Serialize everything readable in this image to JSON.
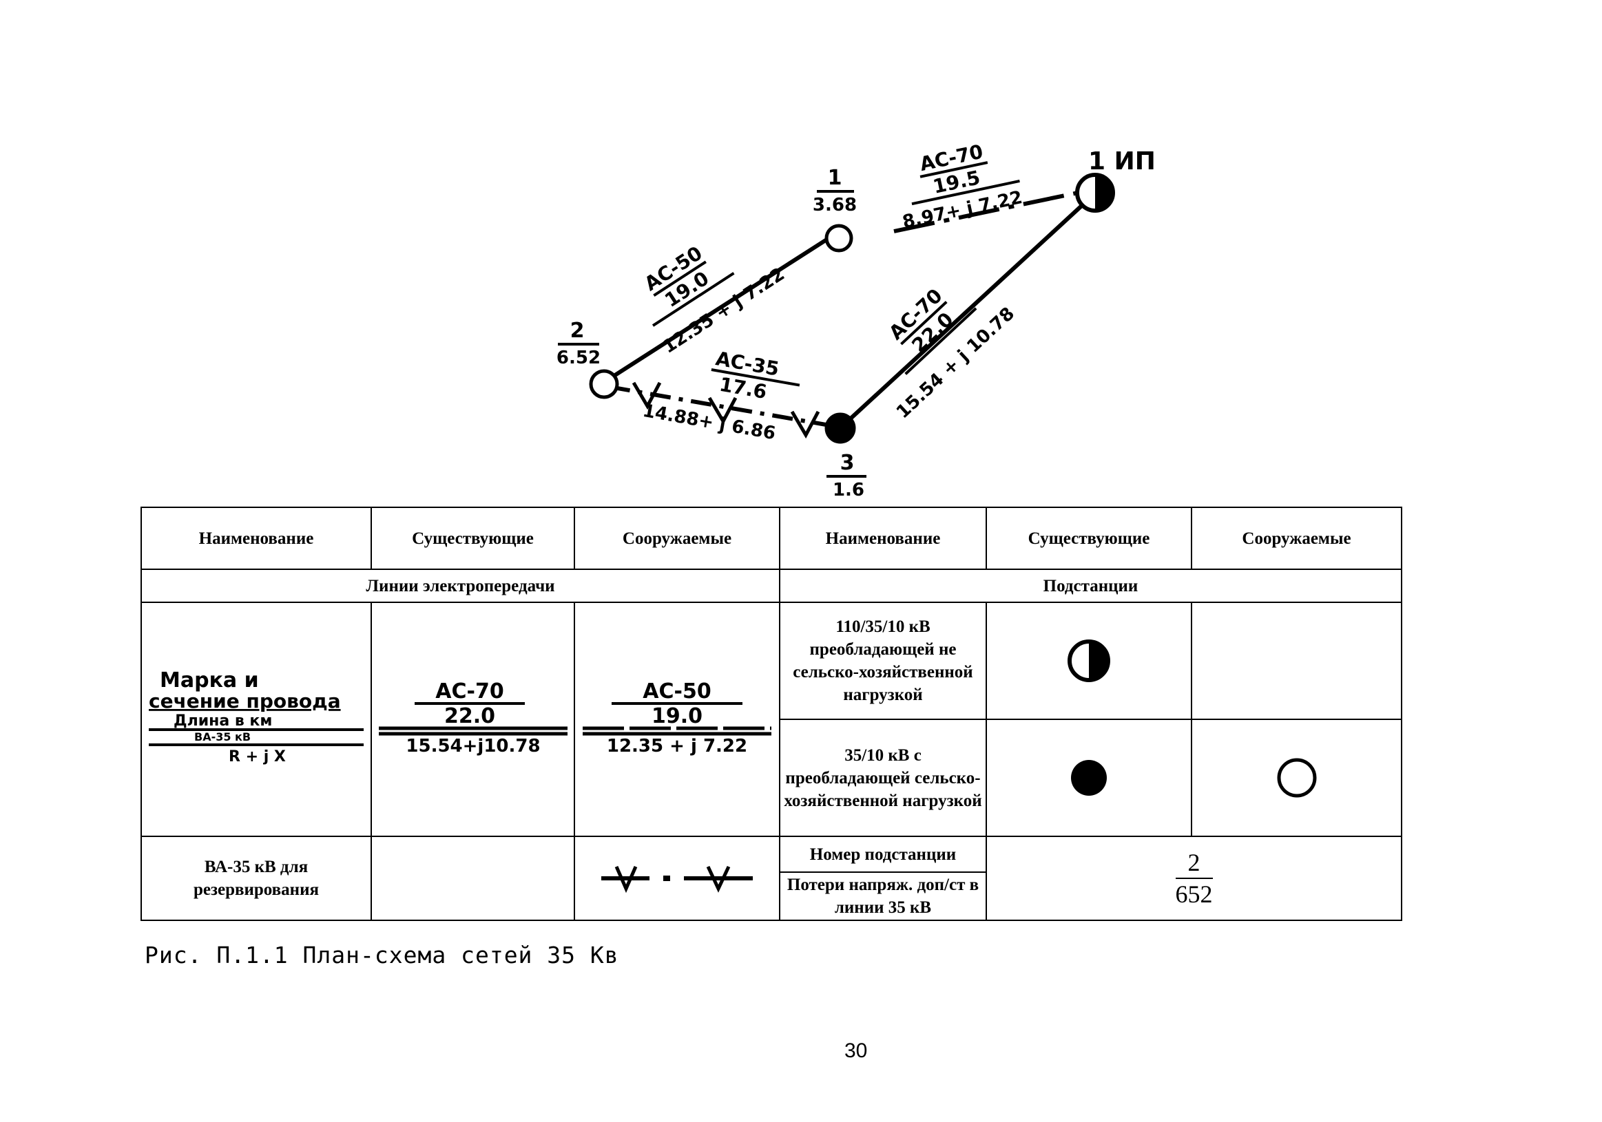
{
  "diagram": {
    "node_ip": {
      "id": "1",
      "name": "ИП"
    },
    "node_1": {
      "num": "1",
      "loss": "3.68"
    },
    "node_2": {
      "num": "2",
      "loss": "6.52"
    },
    "node_3": {
      "num": "3",
      "loss": "1.6"
    },
    "line_ip_1": {
      "wire": "АС-70",
      "length": "19.5",
      "impedance": "8.97+ j 7.22"
    },
    "line_1_2": {
      "wire": "АС-50",
      "length": "19.0",
      "impedance": "12.35 + j 7.22"
    },
    "line_2_3": {
      "wire": "АС-35",
      "length": "17.6",
      "impedance": "14.88+ j 6.86"
    },
    "line_3_ip": {
      "wire": "АС-70",
      "length": "22.0",
      "impedance": "15.54 + j 10.78"
    }
  },
  "legend": {
    "headers": [
      "Наименование",
      "Существующие",
      "Сооружаемые",
      "Наименование",
      "Существующие",
      "Сооружаемые"
    ],
    "section_lines": "Линии электропередачи",
    "section_substations": "Подстанции",
    "line_key": {
      "line1": "Марка и",
      "line2": "сечение провода",
      "line3": "Длина в км",
      "line4": "ВА-35 кВ",
      "line5": "R + j X"
    },
    "existing_line": {
      "wire": "АС-70",
      "length": "22.0",
      "impedance": "15.54+j10.78"
    },
    "planned_line": {
      "wire": "АС-50",
      "length": "19.0",
      "impedance": "12.35 + j 7.22"
    },
    "substation_110": "110/35/10 кВ преобладающей не сельско-хозяйственной нагрузкой",
    "substation_35": "35/10 кВ с преобладающей сельско-хозяйственной нагрузкой",
    "reserve_line": "ВА-35 кВ для резервирования",
    "substation_number": "Номер подстанции",
    "voltage_loss": "Потери напряж. доп/ст в линии 35 кВ",
    "example_number": "2",
    "example_loss": "652"
  },
  "caption": "Рис. П.1.1 План-схема сетей 35 Кв",
  "page_number": "30"
}
